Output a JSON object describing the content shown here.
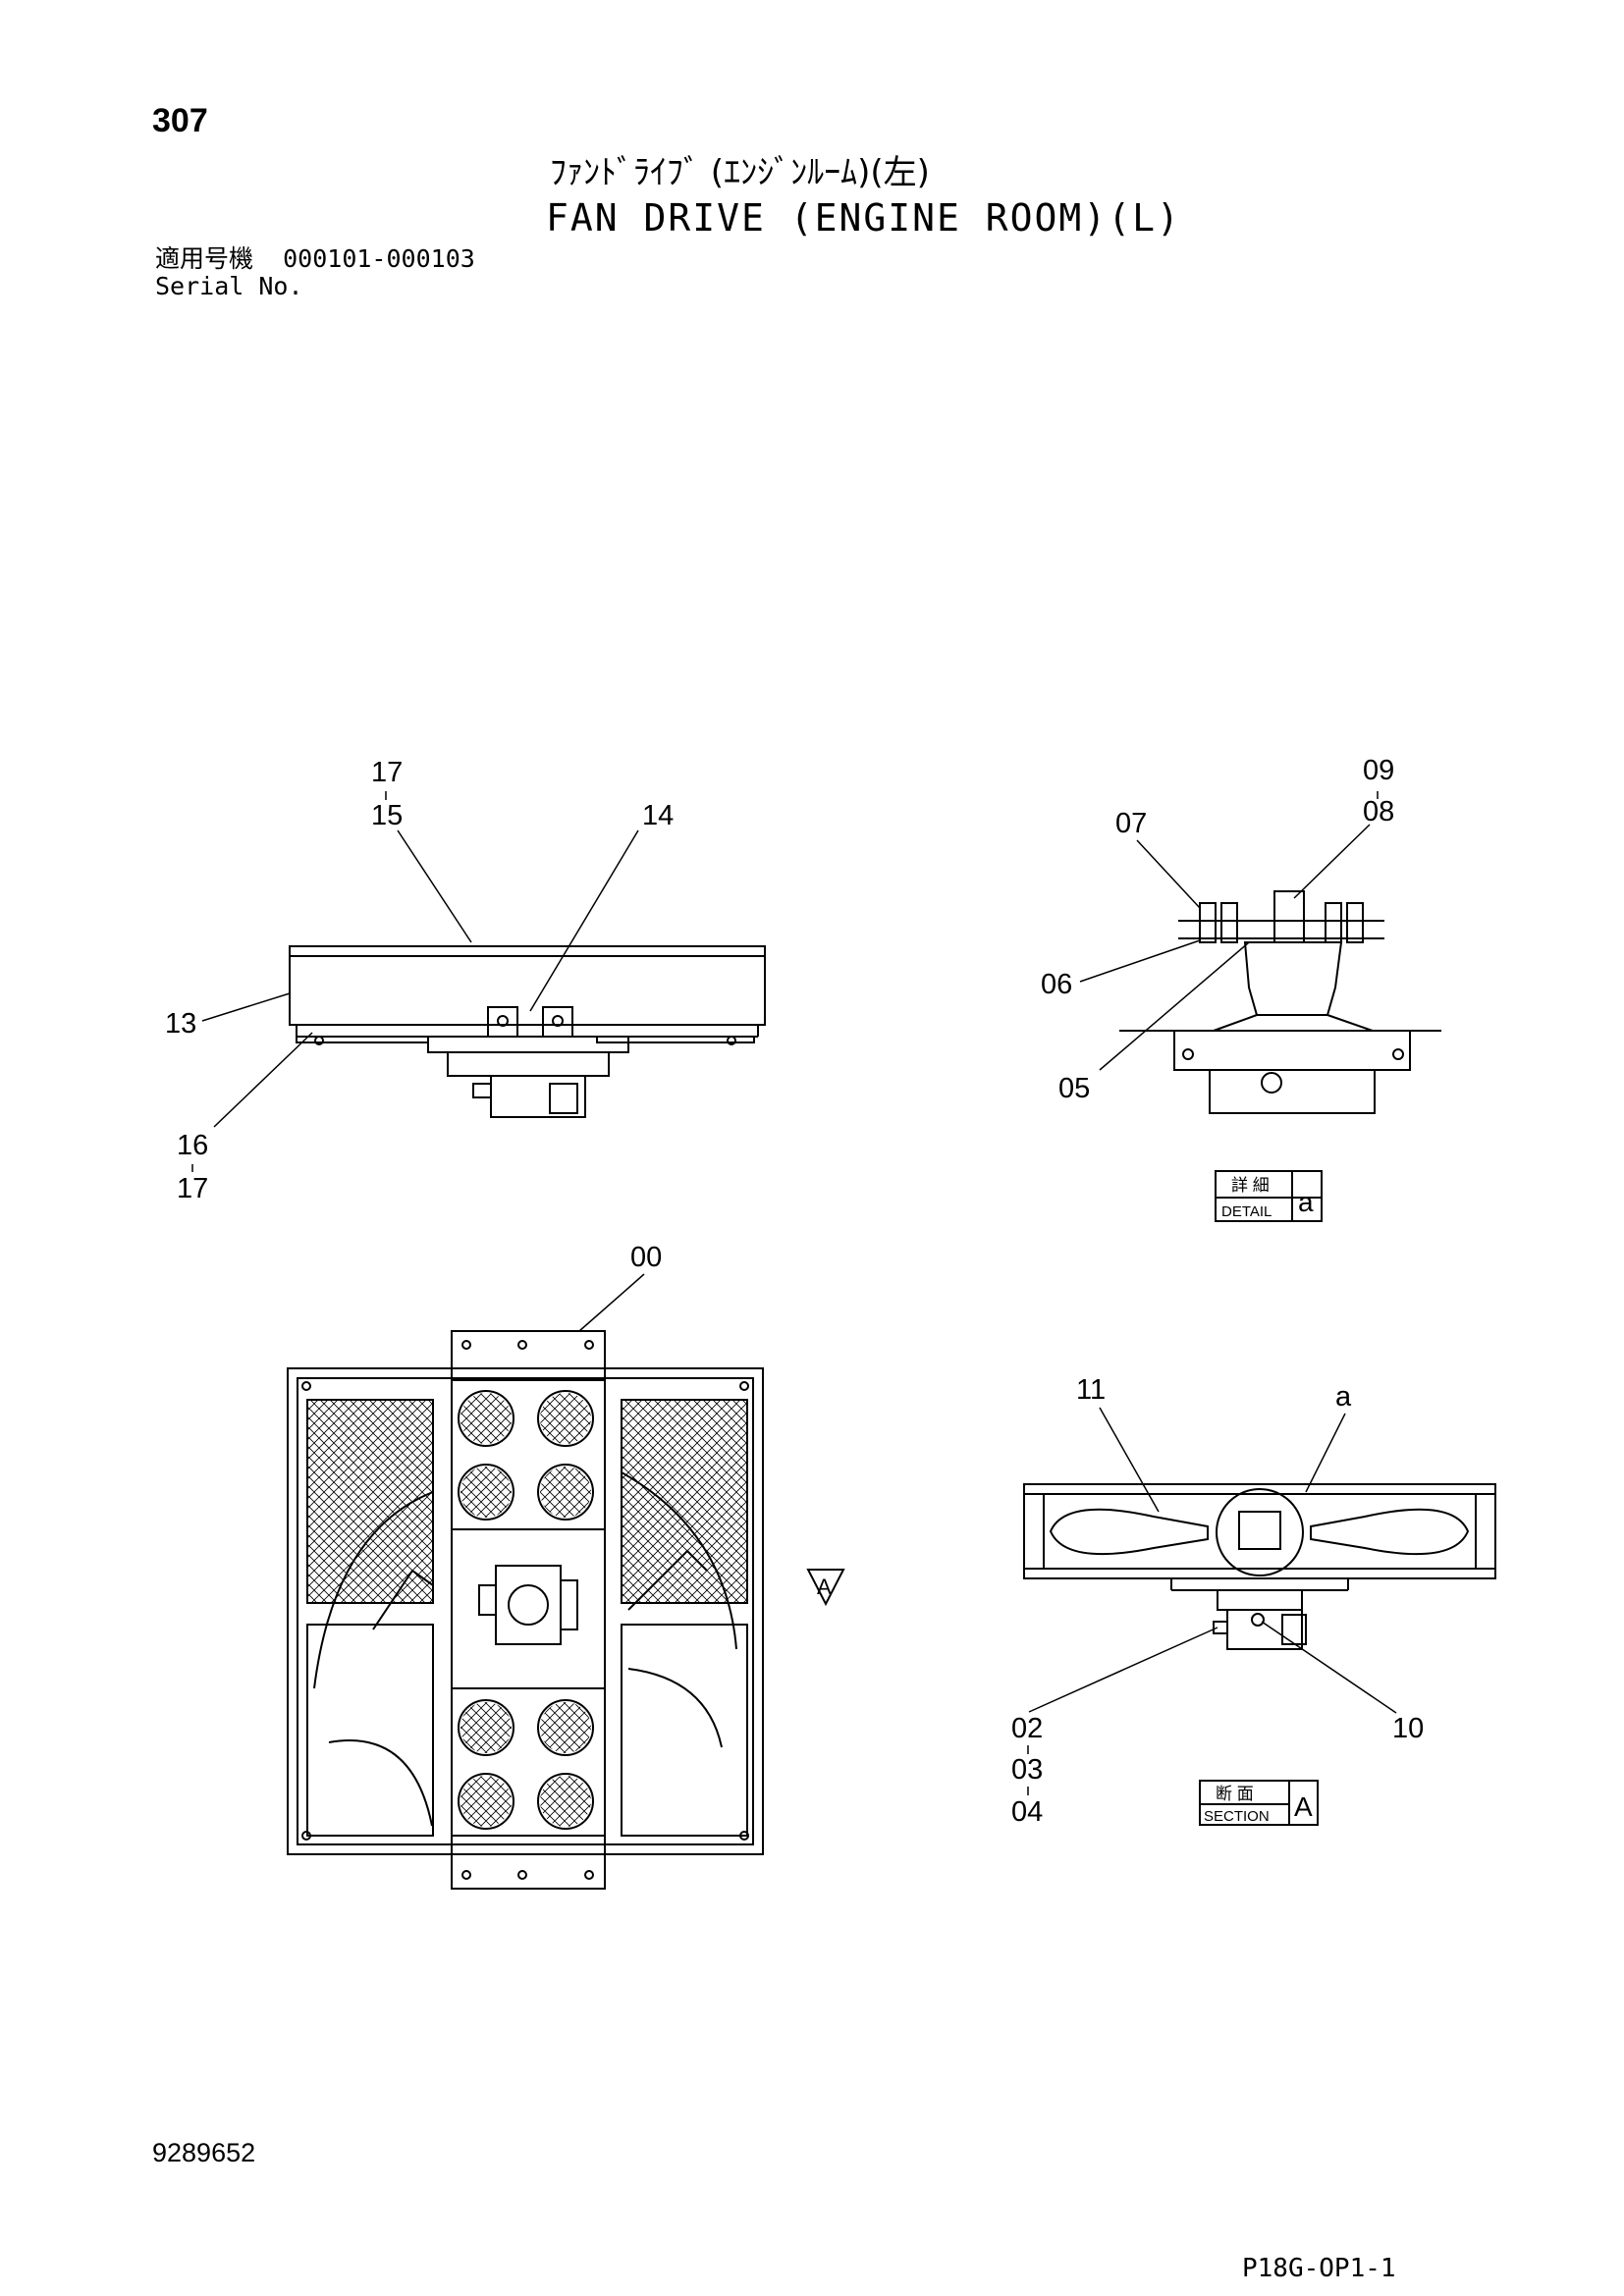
{
  "header": {
    "page_number": "307",
    "title_jp": "ﾌｧﾝﾄﾞﾗｲﾌﾞ (ｴﾝｼﾞﾝﾙｰﾑ)(左)",
    "title_en": "FAN DRIVE (ENGINE ROOM)(L)",
    "serial_label_jp": "適用号機",
    "serial_range": "000101-000103",
    "serial_label_en": "Serial No."
  },
  "callouts": {
    "top_view": [
      "17",
      "15",
      "14",
      "13",
      "16",
      "17"
    ],
    "detail_a": [
      "09",
      "08",
      "07",
      "06",
      "05"
    ],
    "plan_view": [
      "00"
    ],
    "section_a": [
      "11",
      "a",
      "02",
      "03",
      "04",
      "10"
    ]
  },
  "view_marker": "A",
  "labels": {
    "detail_jp": "詳 細",
    "detail_en": "DETAIL",
    "detail_id": "a",
    "section_jp": "断 面",
    "section_en": "SECTION",
    "section_id": "A"
  },
  "footer": {
    "doc_number": "9289652",
    "sheet_code": "P18G-OP1-1"
  }
}
